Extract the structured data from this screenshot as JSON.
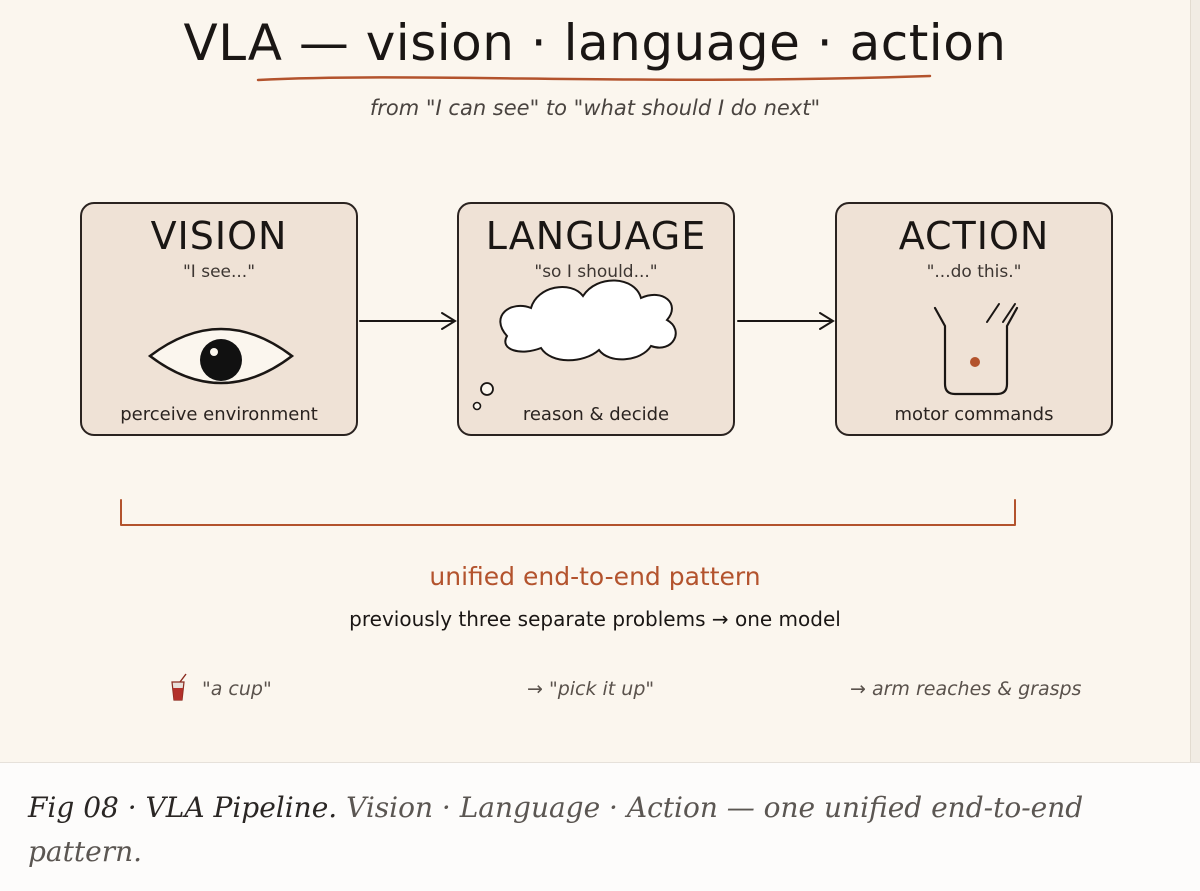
{
  "diagram": {
    "title": "VLA — vision · language · action",
    "subtitle": "from \"I can see\" to \"what should I do next\"",
    "stages": [
      {
        "title": "VISION",
        "quote": "\"I see...\"",
        "caption": "perceive environment",
        "icon": "eye-icon"
      },
      {
        "title": "LANGUAGE",
        "quote": "\"so I should...\"",
        "caption": "reason & decide",
        "icon": "thought-cloud-icon"
      },
      {
        "title": "ACTION",
        "quote": "\"...do this.\"",
        "caption": "motor commands",
        "icon": "gripper-icon"
      }
    ],
    "unified_label": "unified end-to-end pattern",
    "unified_sub": "previously three separate problems → one model",
    "examples": [
      {
        "icon": "cup-icon",
        "text": "\"a cup\""
      },
      {
        "text": "→ \"pick it up\""
      },
      {
        "text": "→ arm reaches & grasps"
      }
    ]
  },
  "colors": {
    "background": "#fbf6ee",
    "box_fill": "#efe2d6",
    "accent": "#b3532d",
    "ink": "#1a1614"
  },
  "figure_caption": {
    "label": "Fig 08 · VLA Pipeline.",
    "text": "Vision · Language · Action — one unified end-to-end pattern."
  }
}
